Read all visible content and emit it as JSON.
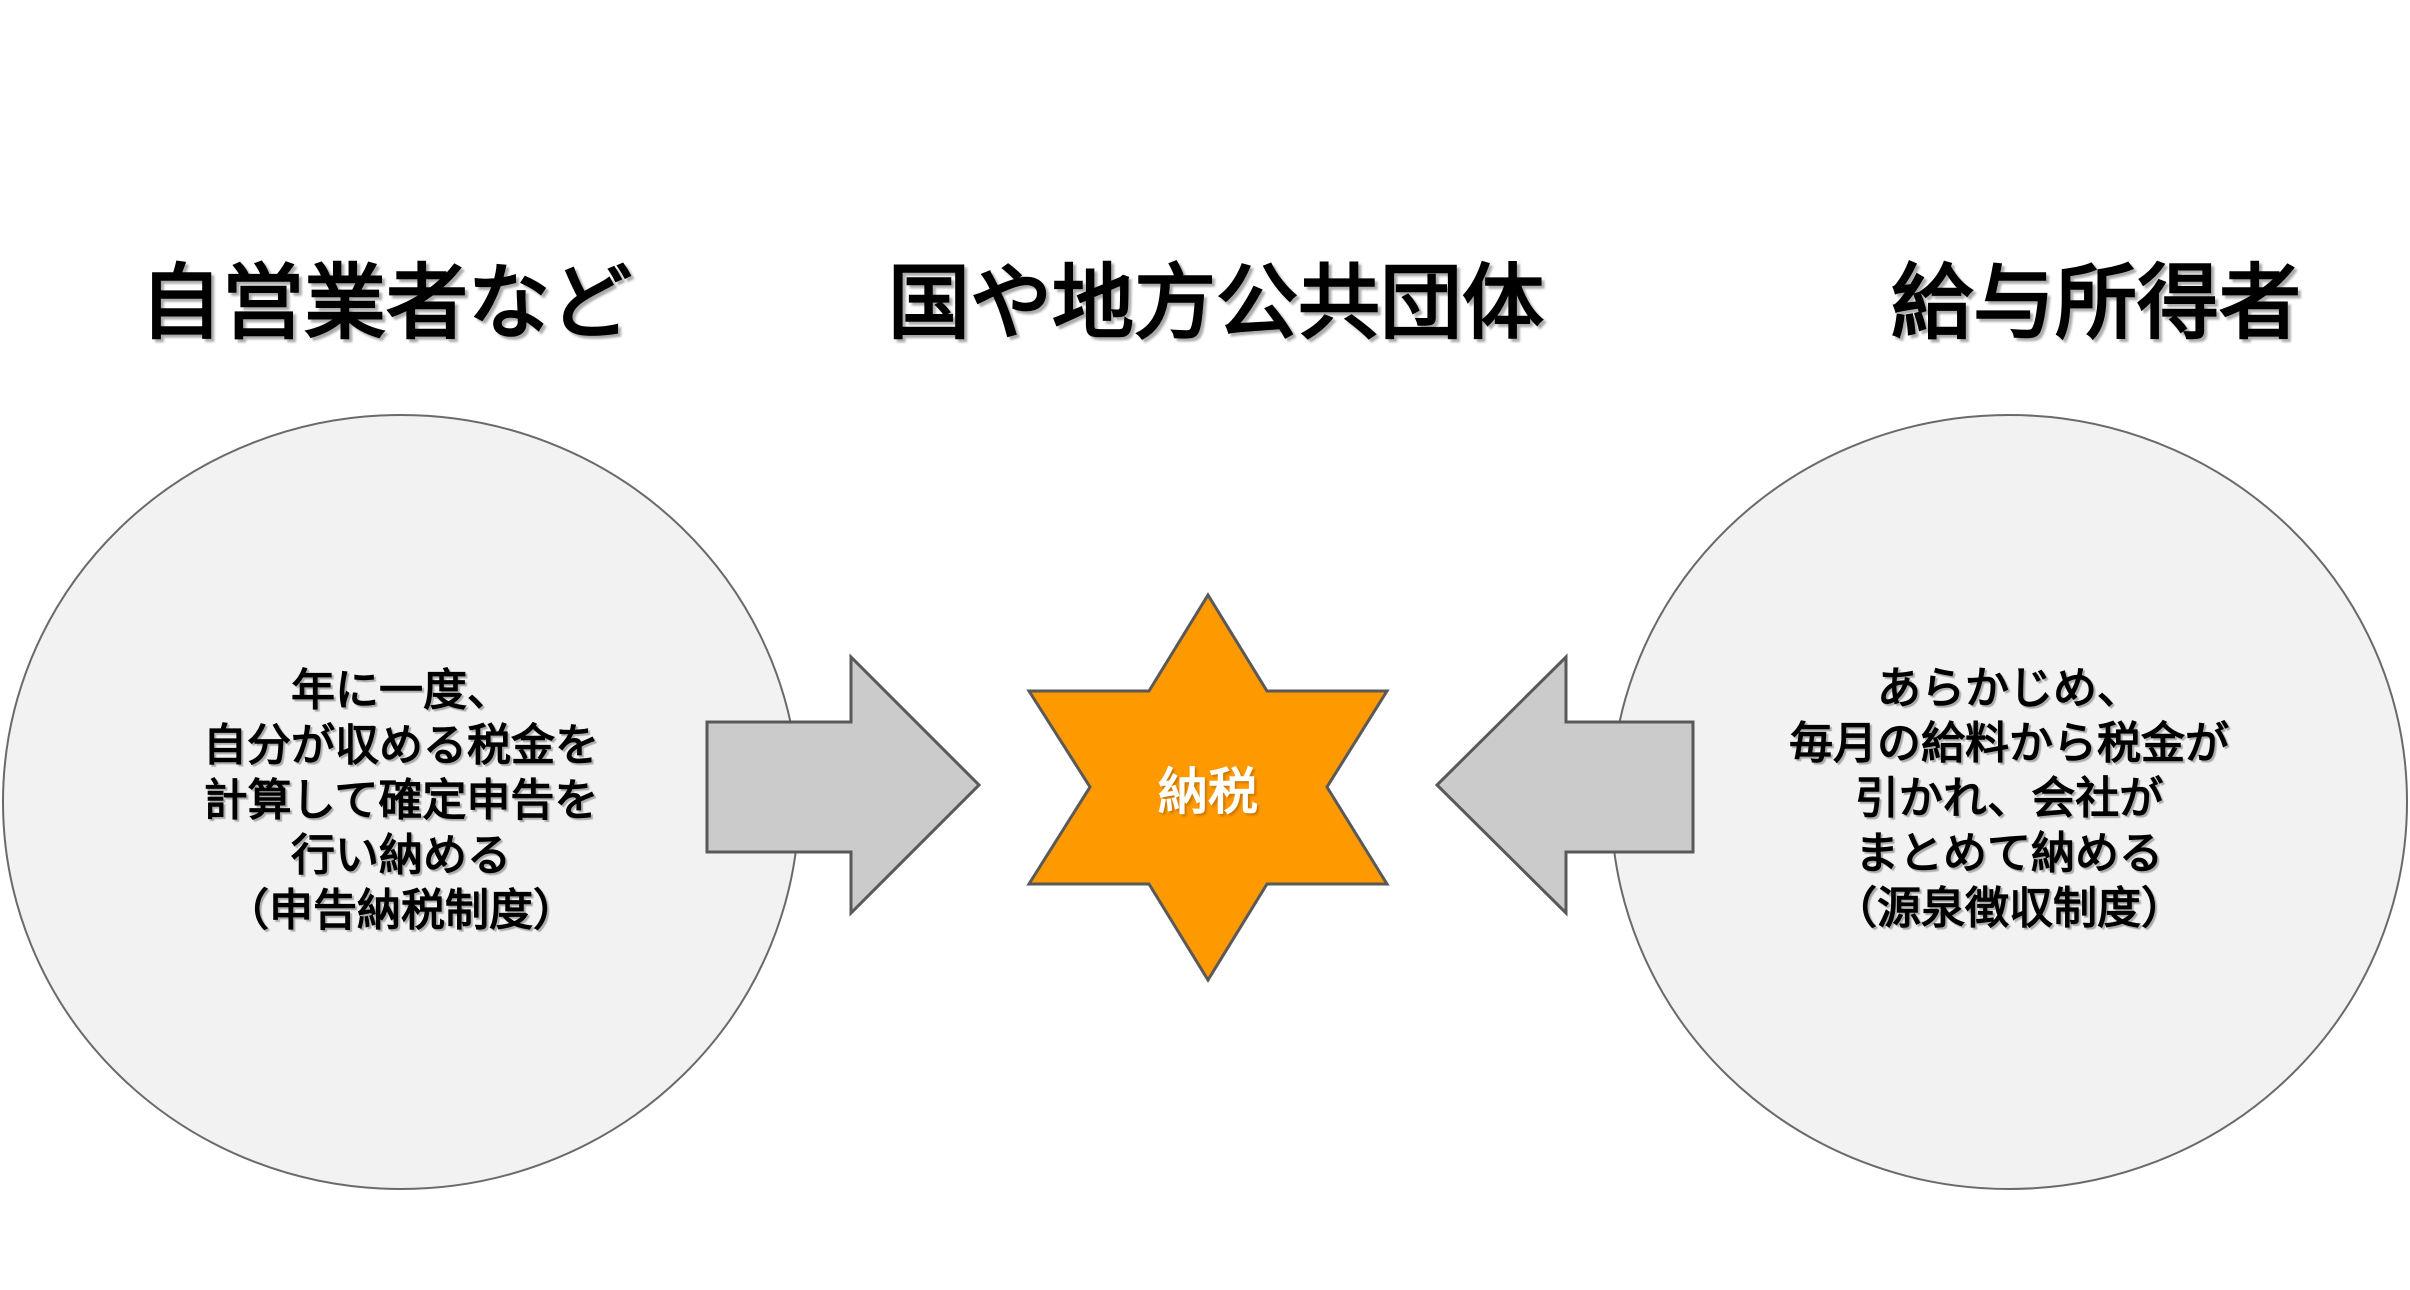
{
  "diagram": {
    "titles": {
      "left": "自営業者など",
      "center": "国や地方公共団体",
      "right": "給与所得者"
    },
    "left_circle": {
      "lines": [
        "年に一度、",
        "自分が収める税金を",
        "計算して確定申告を",
        "行い納める",
        "（申告納税制度）"
      ]
    },
    "right_circle": {
      "lines": [
        "あらかじめ、",
        "毎月の給料から税金が",
        "引かれ、会社が",
        "まとめて納める",
        "（源泉徴収制度）"
      ]
    },
    "star": {
      "label": "納税"
    },
    "colors": {
      "star_fill": "#FF9900",
      "arrow_fill": "#CBCBCB",
      "circle_fill": "#F2F2F2",
      "shape_stroke": "#595959",
      "title_text": "#000000",
      "star_text": "#ffffff"
    }
  }
}
